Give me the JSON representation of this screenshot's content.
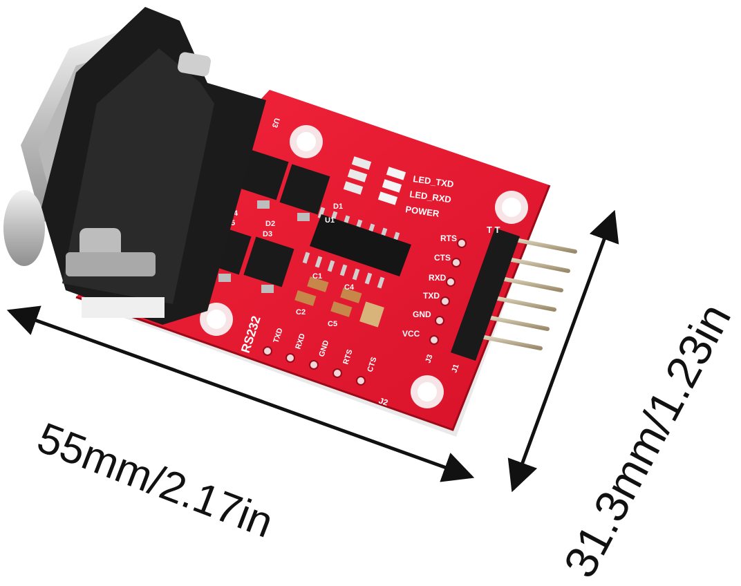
{
  "board": {
    "silkscreen": {
      "u3": "U3",
      "led_txd": "LED_TXD",
      "led_rxd": "LED_RXD",
      "power": "POWER",
      "d1": "D1",
      "d2": "D2",
      "d3": "D3",
      "d4": "D4",
      "d5": "D5",
      "u1": "U1",
      "c1": "C1",
      "c2": "C2",
      "c4": "C4",
      "c5": "C5",
      "rts": "RTS",
      "cts": "CTS",
      "rxd": "RXD",
      "txd": "TXD",
      "gnd": "GND",
      "vcc": "VCC",
      "rs232": "RS232",
      "j1": "J1",
      "j2": "J2",
      "j3": "J3",
      "ttl": "T T"
    }
  },
  "dimensions": {
    "width": "55mm/2.17in",
    "height": "31.3mm/1.23in"
  },
  "colors": {
    "pcb": "#e8172b",
    "pcb_dark": "#b90d1d",
    "connector": "#1b1b1b",
    "metal": "#c9c9c9",
    "gold": "#c9a86a"
  }
}
